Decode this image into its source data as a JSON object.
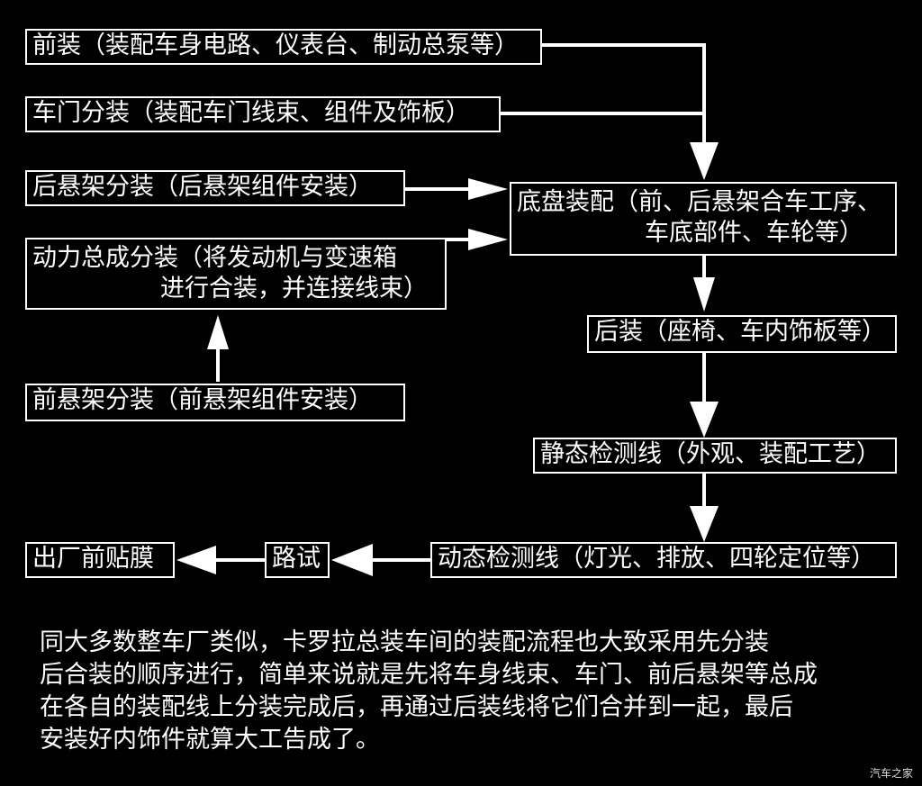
{
  "boxes": {
    "front_assembly": "前装（装配车身电路、仪表台、制动总泵等）",
    "door_subassembly": "车门分装（装配车门线束、组件及饰板）",
    "rear_suspension_subassembly": "后悬架分装（后悬架组件安装）",
    "powertrain_subassembly_line1": "动力总成分装（将发动机与变速箱",
    "powertrain_subassembly_line2": "进行合装，并连接线束）",
    "front_suspension_subassembly": "前悬架分装（前悬架组件安装）",
    "chassis_assembly_line1": "底盘装配（前、后悬架合车工序、",
    "chassis_assembly_line2": "车底部件、车轮等）",
    "rear_assembly": "后装（座椅、车内饰板等）",
    "static_inspection": "静态检测线（外观、装配工艺）",
    "dynamic_inspection": "动态检测线（灯光、排放、四轮定位等）",
    "road_test": "路试",
    "pre_delivery_film": "出厂前贴膜"
  },
  "caption": [
    "同大多数整车厂类似，卡罗拉总装车间的装配流程也大致采用先分装",
    "后合装的顺序进行，简单来说就是先将车身线束、车门、前后悬架等总成",
    "在各自的装配线上分装完成后，再通过后装线将它们合并到一起，最后",
    "安装好内饰件就算大工告成了。"
  ],
  "watermark": "汽车之家"
}
